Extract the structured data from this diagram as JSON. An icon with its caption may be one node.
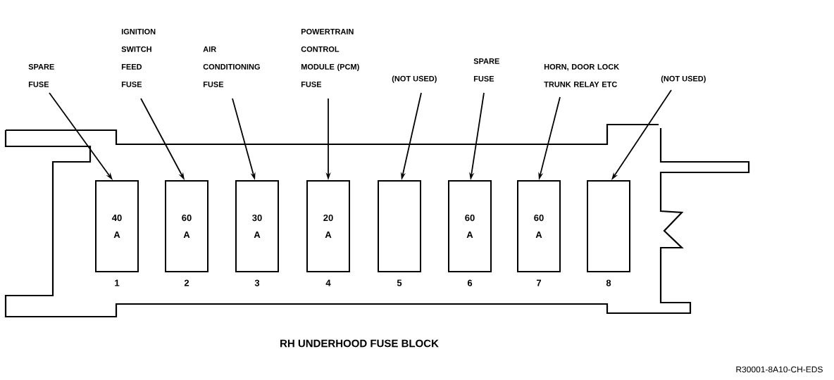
{
  "diagram": {
    "title": "RH UNDERHOOD FUSE BLOCK",
    "nodes": [
      {
        "text": [
          "40 A"
        ],
        "beside": [
          "1"
        ]
      },
      {
        "text": [
          "60 A"
        ],
        "beside": [
          "2"
        ]
      },
      {
        "text": [
          "30 A"
        ],
        "beside": [
          "3"
        ]
      },
      {
        "text": [
          "20 A"
        ],
        "beside": [
          "4"
        ]
      },
      {
        "text": [],
        "shape": "box",
        "beside": [
          "5"
        ]
      },
      {
        "text": [
          "60 A"
        ],
        "beside": [
          "6"
        ]
      },
      {
        "text": [
          "60 A"
        ],
        "beside": [
          "7"
        ]
      },
      {
        "text": [],
        "shape": "box",
        "beside": [
          "8"
        ]
      },
      {
        "text": [
          "SPARE FUSE"
        ]
      },
      {
        "text": [
          "IGNITION SWITCH FEED FUSE"
        ]
      },
      {
        "text": [
          "AIR CONDITIONING FUSE"
        ]
      },
      {
        "text": [
          "POWERTRAIN CONTROL MODULE (PCM) FUSE"
        ]
      },
      {
        "text": [
          "(NOT USED)"
        ]
      },
      {
        "text": [
          "SPARE FUSE"
        ]
      },
      {
        "text": [
          "HORN, DOOR LOCK TRUNK RELAY ETC"
        ]
      },
      {
        "text": [
          "(NOT USED)"
        ]
      }
    ],
    "edges": [
      {
        "from": 8,
        "to": 0,
        "arrow": "to"
      },
      {
        "from": 9,
        "to": 1,
        "arrow": "to"
      },
      {
        "from": 10,
        "to": 2,
        "arrow": "to"
      },
      {
        "from": 11,
        "to": 3,
        "arrow": "to"
      },
      {
        "from": 12,
        "to": 4,
        "arrow": "to"
      },
      {
        "from": 13,
        "to": 5,
        "arrow": "to"
      },
      {
        "from": 14,
        "to": 6,
        "arrow": "to"
      },
      {
        "from": 15,
        "to": 7,
        "arrow": "to"
      }
    ],
    "labels": [
      "R30001-8A10-CH-EDS"
    ]
  }
}
